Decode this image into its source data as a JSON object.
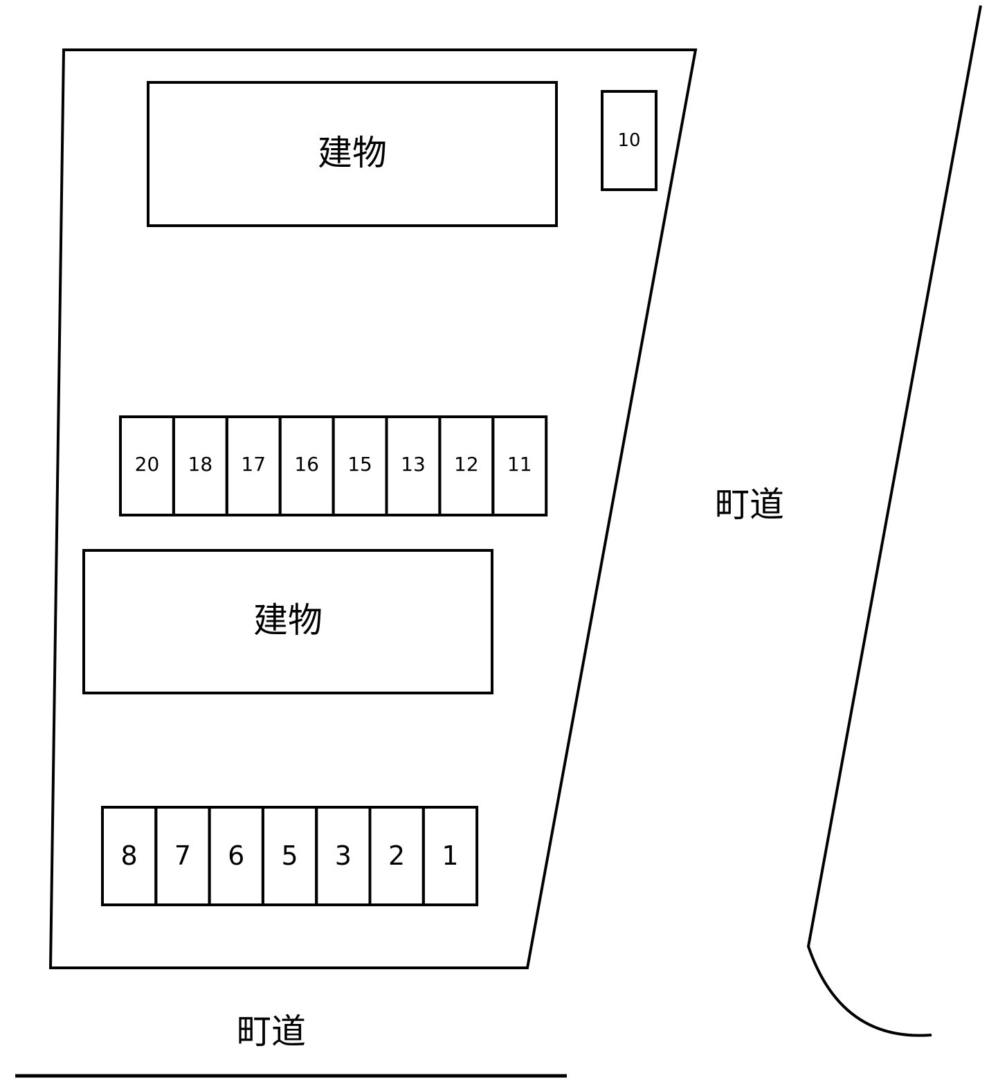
{
  "buildings": [
    {
      "label": "建物"
    },
    {
      "label": "建物"
    }
  ],
  "top_space": {
    "label": "10"
  },
  "row_upper": {
    "spaces": [
      "20",
      "18",
      "17",
      "16",
      "15",
      "13",
      "12",
      "11"
    ]
  },
  "row_lower": {
    "spaces": [
      "8",
      "7",
      "6",
      "5",
      "3",
      "2",
      "1"
    ]
  },
  "roads": {
    "east_label": "町道",
    "south_label": "町道"
  }
}
